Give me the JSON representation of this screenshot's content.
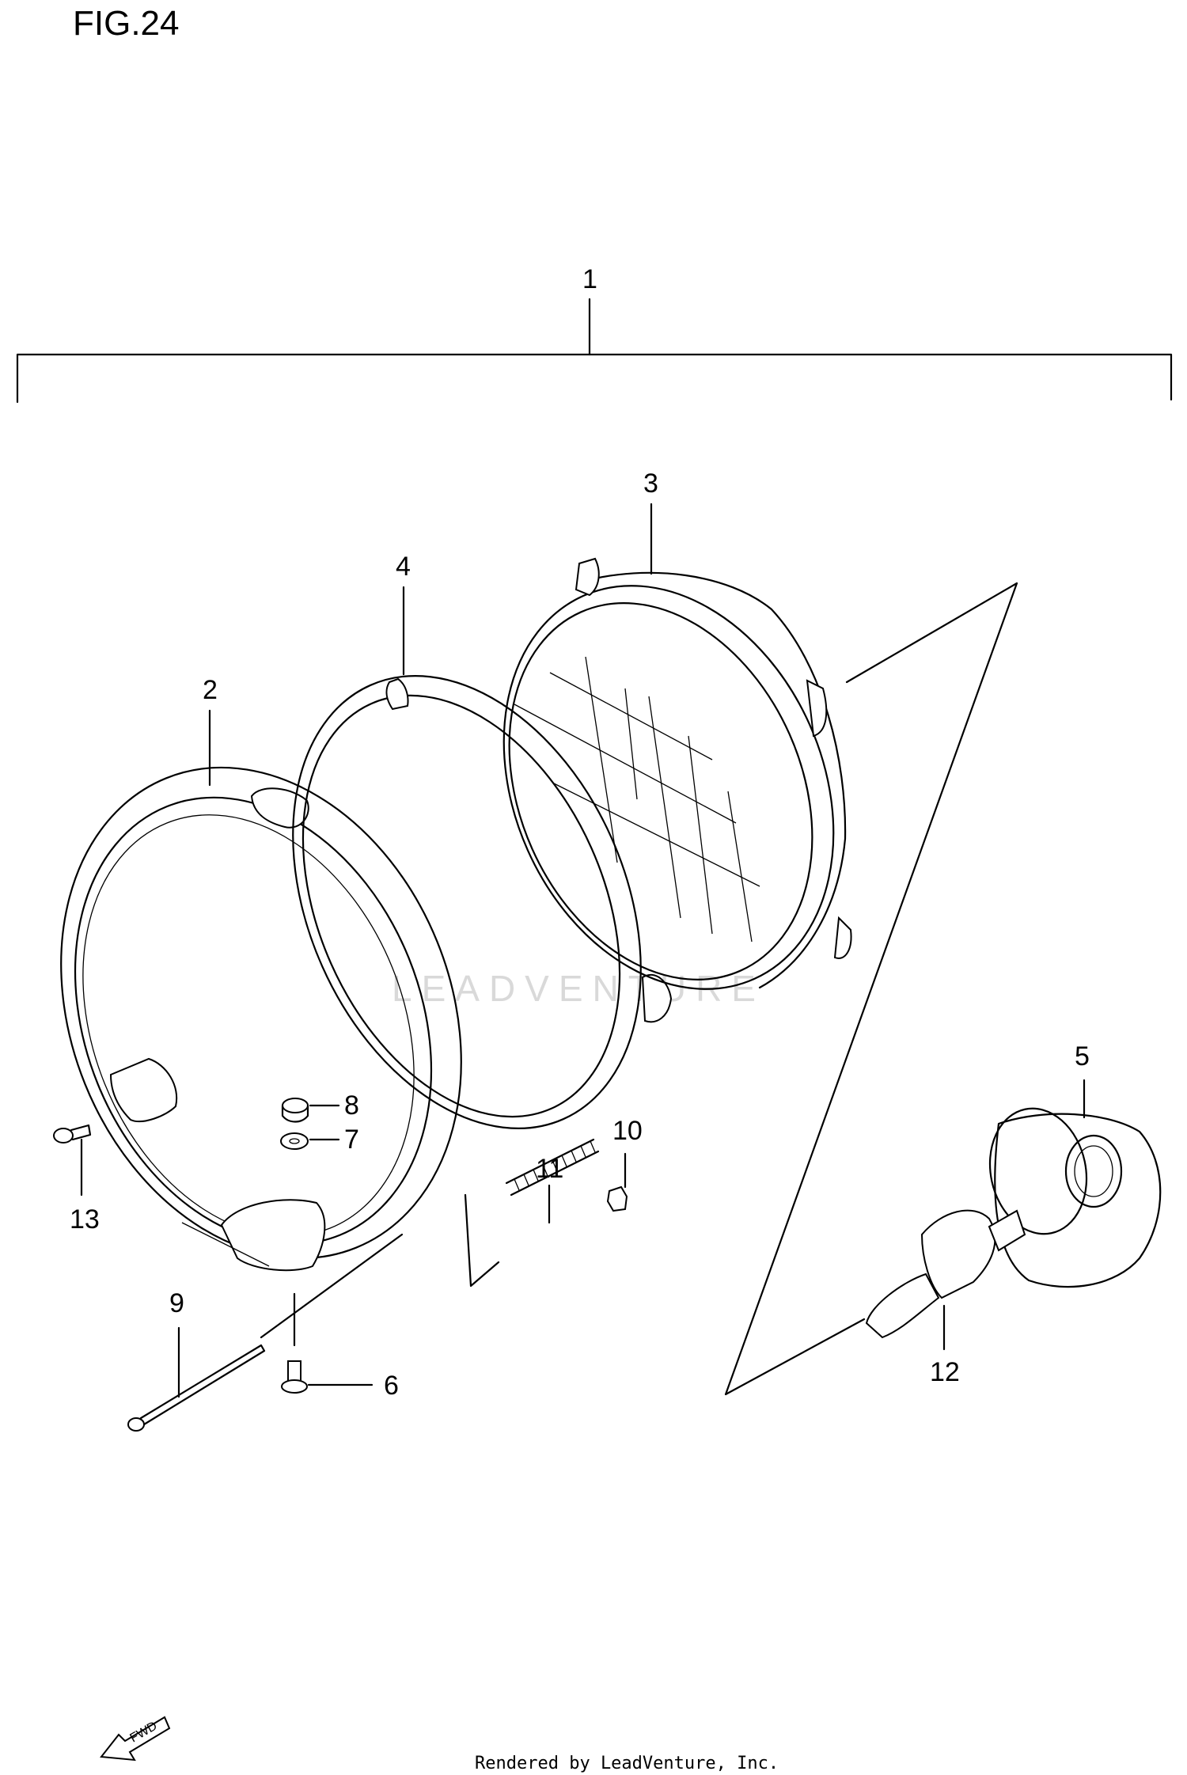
{
  "figure": {
    "title": "FIG.24"
  },
  "callouts": {
    "c1": "1",
    "c2": "2",
    "c3": "3",
    "c4": "4",
    "c5": "5",
    "c6": "6",
    "c7": "7",
    "c8": "8",
    "c9": "9",
    "c10": "10",
    "c11": "11",
    "c12": "12",
    "c13": "13"
  },
  "watermark": "LEADVENTURE",
  "fwd_badge": "FWD",
  "credit": "Rendered by LeadVenture, Inc."
}
